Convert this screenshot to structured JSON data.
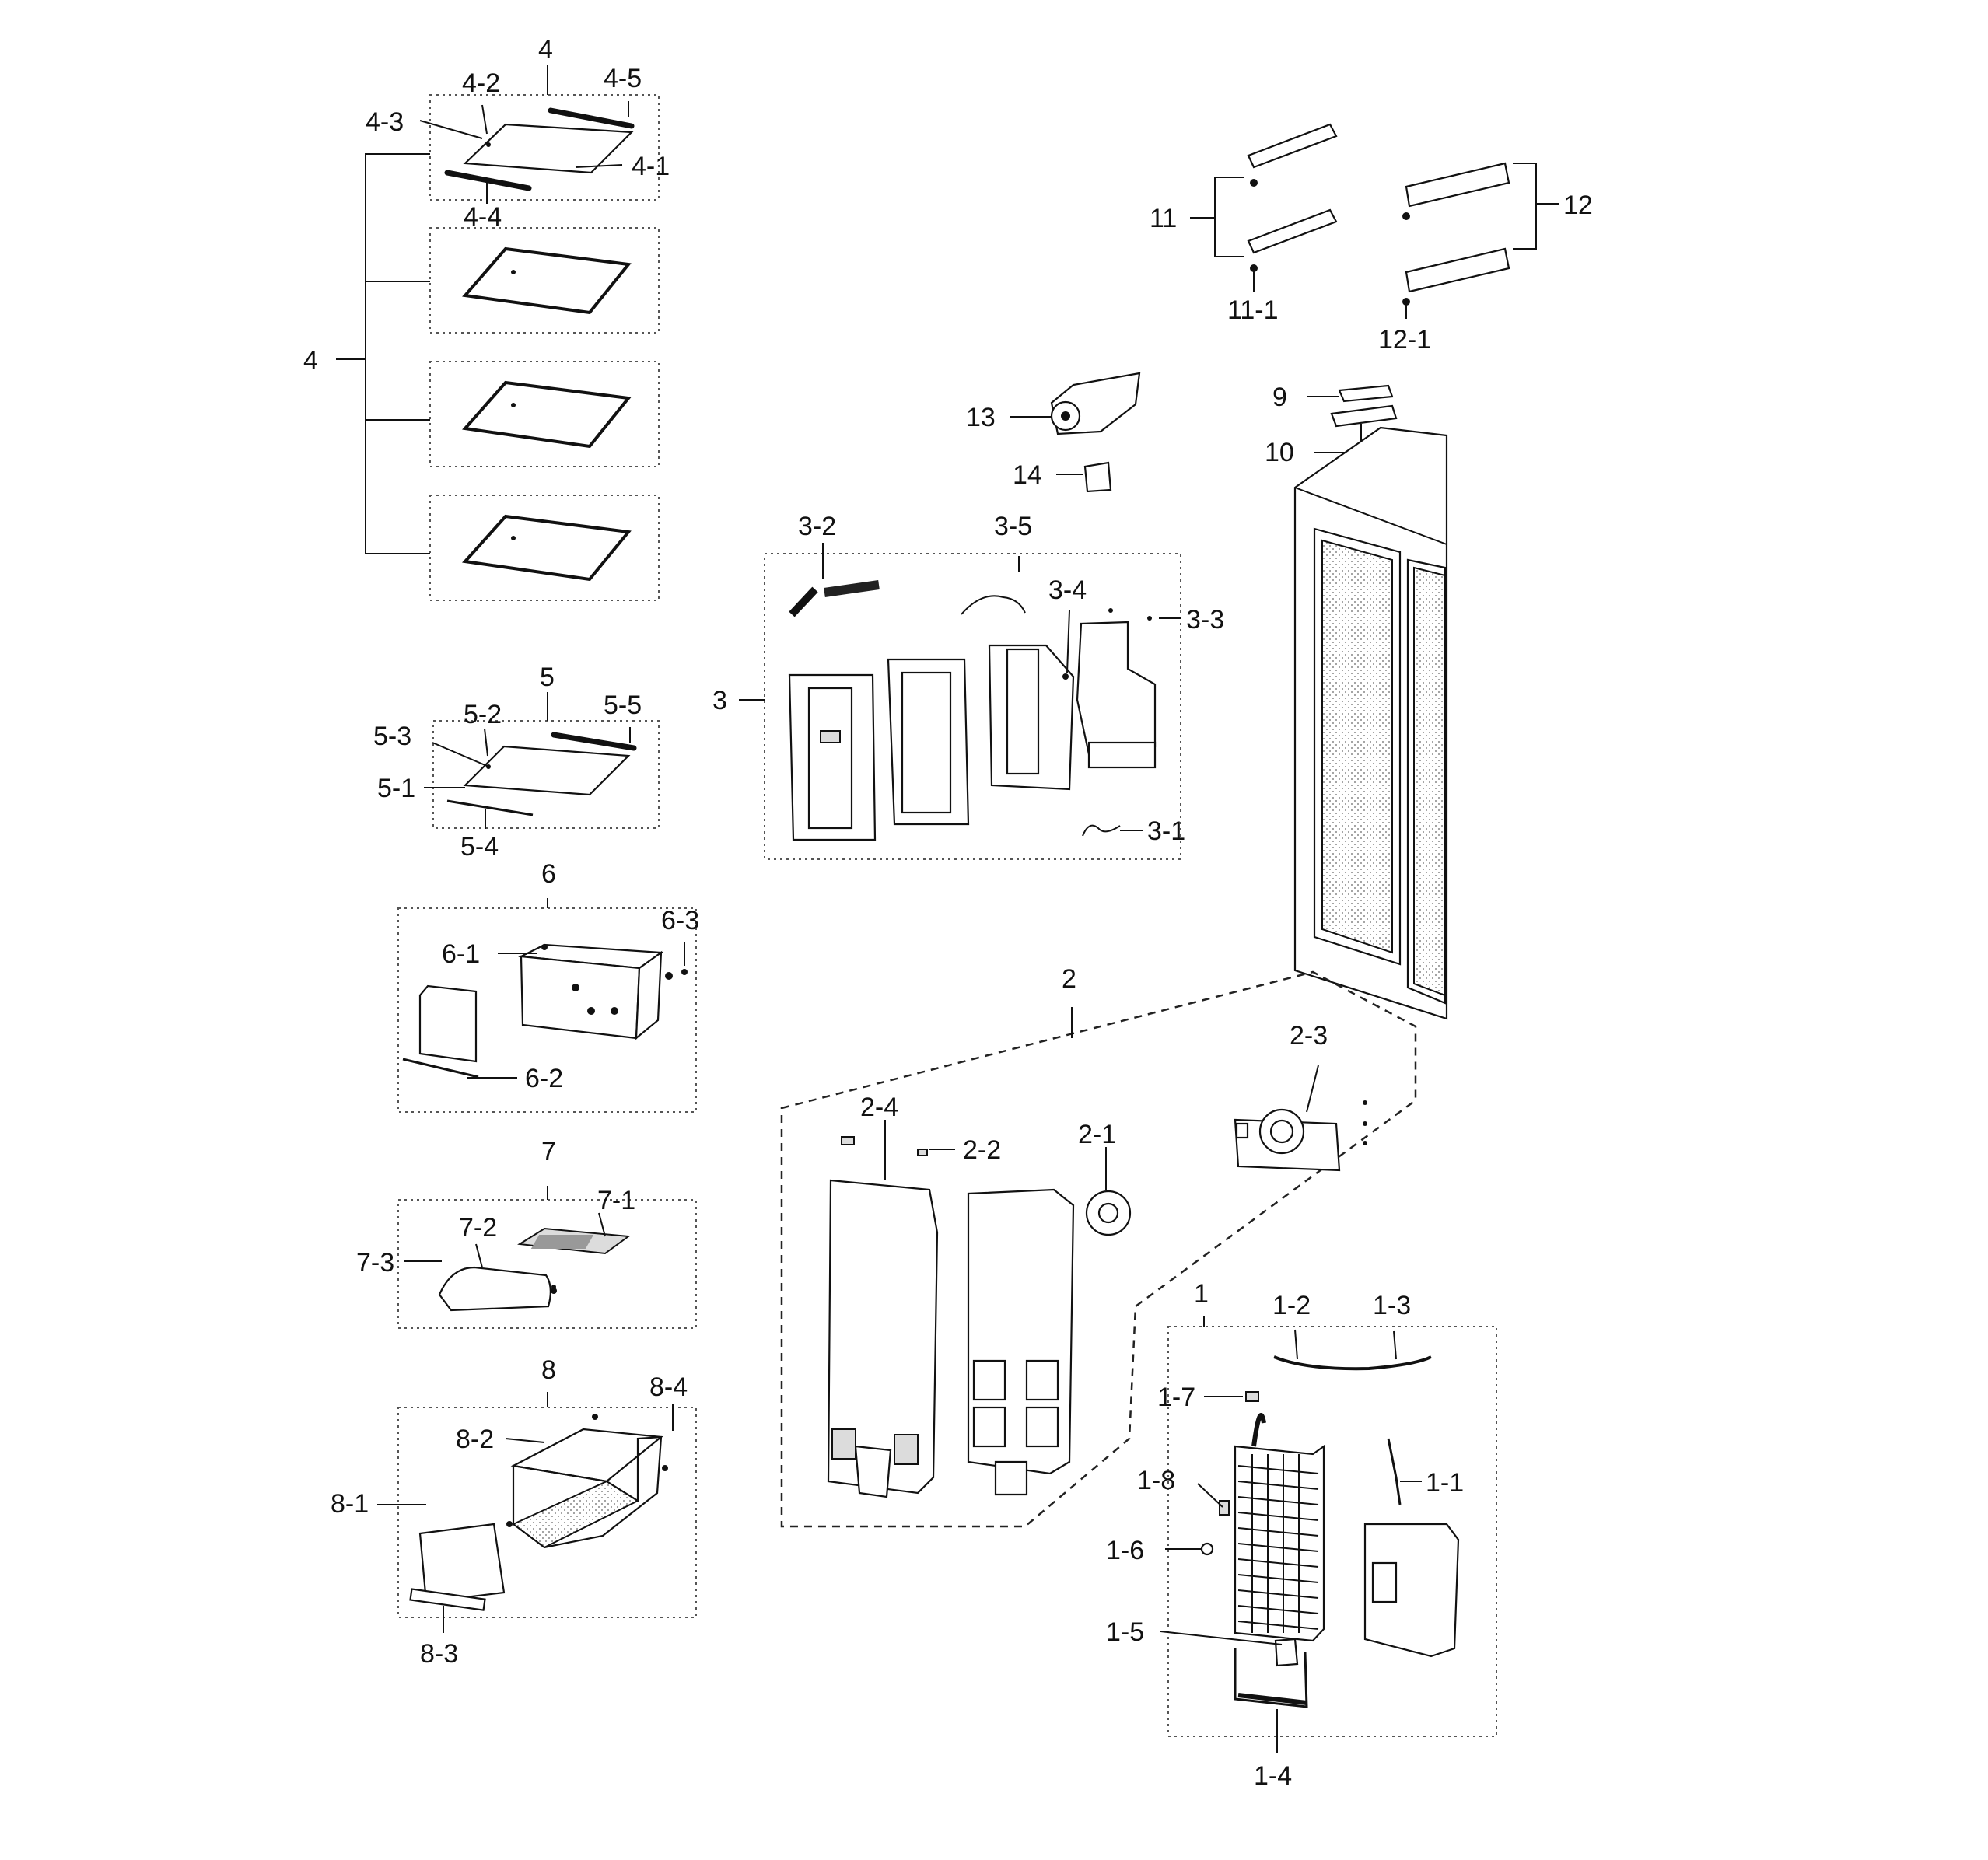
{
  "labels": {
    "p1": "1",
    "p1_1": "1-1",
    "p1_2": "1-2",
    "p1_3": "1-3",
    "p1_4": "1-4",
    "p1_5": "1-5",
    "p1_6": "1-6",
    "p1_7": "1-7",
    "p1_8": "1-8",
    "p2": "2",
    "p2_1": "2-1",
    "p2_2": "2-2",
    "p2_3": "2-3",
    "p2_4": "2-4",
    "p3": "3",
    "p3_1": "3-1",
    "p3_2": "3-2",
    "p3_3": "3-3",
    "p3_4": "3-4",
    "p3_5": "3-5",
    "p4": "4",
    "p4_1": "4-1",
    "p4_2": "4-2",
    "p4_3": "4-3",
    "p4_4": "4-4",
    "p4_5": "4-5",
    "p5": "5",
    "p5_1": "5-1",
    "p5_2": "5-2",
    "p5_3": "5-3",
    "p5_4": "5-4",
    "p5_5": "5-5",
    "p6": "6",
    "p6_1": "6-1",
    "p6_2": "6-2",
    "p6_3": "6-3",
    "p7": "7",
    "p7_1": "7-1",
    "p7_2": "7-2",
    "p7_3": "7-3",
    "p8": "8",
    "p8_1": "8-1",
    "p8_2": "8-2",
    "p8_3": "8-3",
    "p8_4": "8-4",
    "p9": "9",
    "p10": "10",
    "p11": "11",
    "p11_1": "11-1",
    "p12": "12",
    "p12_1": "12-1",
    "p13": "13",
    "p14": "14"
  }
}
